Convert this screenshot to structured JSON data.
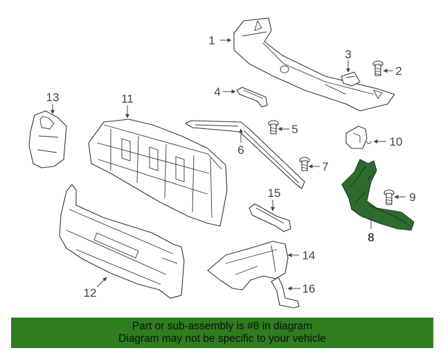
{
  "colors": {
    "banner_bg": "#2e7d1f",
    "highlight_part": "#2e6b2e",
    "outline": "#333333"
  },
  "callouts": [
    "1",
    "2",
    "3",
    "4",
    "5",
    "6",
    "7",
    "8",
    "9",
    "10",
    "11",
    "12",
    "13",
    "14",
    "15",
    "16"
  ],
  "highlighted_part": "8",
  "banner": {
    "line1": "Part or sub-assembly is #8 in diagram",
    "line2": "Diagram may not be specific to your vehicle"
  }
}
